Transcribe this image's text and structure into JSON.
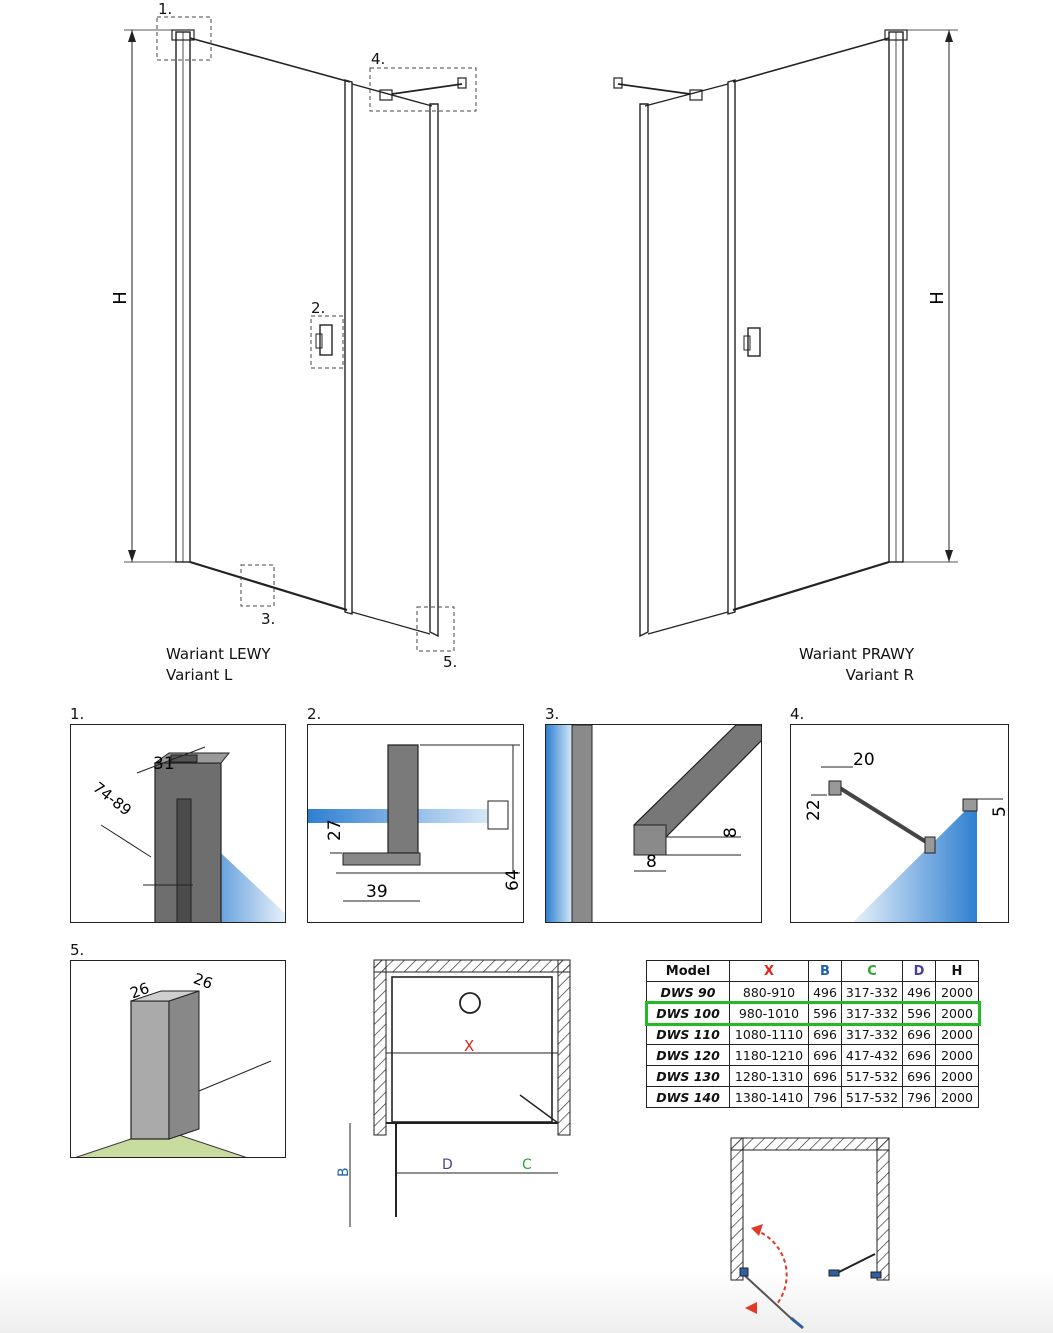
{
  "callouts": [
    "1.",
    "2.",
    "3.",
    "4.",
    "5."
  ],
  "height_label": "H",
  "variant_left": {
    "line1": "Wariant LEWY",
    "line2": "Variant L"
  },
  "variant_right": {
    "line1": "Wariant PRAWY",
    "line2": "Variant R"
  },
  "details": {
    "d1": {
      "label": "1.",
      "dims": [
        "31",
        "74-89"
      ]
    },
    "d2": {
      "label": "2.",
      "dims": [
        "27",
        "39",
        "64"
      ]
    },
    "d3": {
      "label": "3.",
      "dims": [
        "8",
        "8"
      ]
    },
    "d4": {
      "label": "4.",
      "dims": [
        "20",
        "22",
        "5"
      ]
    },
    "d5": {
      "label": "5.",
      "dims": [
        "26",
        "26"
      ]
    }
  },
  "plan": {
    "x": "X",
    "d": "D",
    "c": "C",
    "b": "B"
  },
  "colors": {
    "x": "#e0241b",
    "b": "#1c5fb0",
    "c": "#2aa532",
    "d": "#4a3f9e",
    "highlight": "#22bb22",
    "glass": "#2f7fd0",
    "arrow": "#e03a2a"
  },
  "table": {
    "headers": [
      "Model",
      "X",
      "B",
      "C",
      "D",
      "H"
    ],
    "rows": [
      [
        "DWS 90",
        "880-910",
        "496",
        "317-332",
        "496",
        "2000"
      ],
      [
        "DWS 100",
        "980-1010",
        "596",
        "317-332",
        "596",
        "2000"
      ],
      [
        "DWS 110",
        "1080-1110",
        "696",
        "317-332",
        "696",
        "2000"
      ],
      [
        "DWS 120",
        "1180-1210",
        "696",
        "417-432",
        "696",
        "2000"
      ],
      [
        "DWS 130",
        "1280-1310",
        "696",
        "517-532",
        "696",
        "2000"
      ],
      [
        "DWS 140",
        "1380-1410",
        "796",
        "517-532",
        "796",
        "2000"
      ]
    ],
    "highlighted_row": 1
  }
}
